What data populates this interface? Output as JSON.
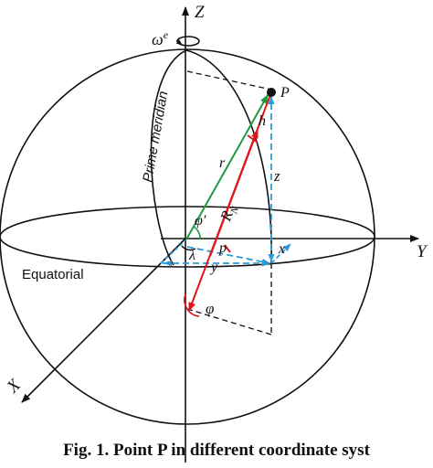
{
  "axes": {
    "z": "Z",
    "y": "Y",
    "x": "X"
  },
  "rotation": {
    "base": "ω",
    "sup": "e"
  },
  "labels": {
    "prime_meridian": "Prime meridian",
    "equatorial": "Equatorial",
    "point": "P",
    "h": "h",
    "r": "r",
    "z": "z",
    "rn_base": "R",
    "rn_sub": "N",
    "phi_prime": "φ′",
    "lambda": "λ",
    "p": "p",
    "x": "x",
    "y": "y",
    "phi": "φ"
  },
  "caption": "Fig. 1. Point P in different coordinate syst",
  "colors": {
    "ink": "#111111",
    "radius_green": "#1f9a3e",
    "normal_red": "#e0151c",
    "projection_blue": "#2a9bd9"
  }
}
